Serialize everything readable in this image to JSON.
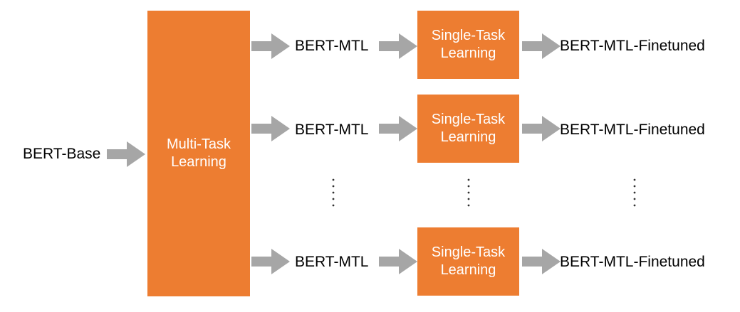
{
  "input_label": "BERT-Base",
  "mtl_box": {
    "label": "Multi-Task\nLearning"
  },
  "rows": [
    {
      "mid_label": "BERT-MTL",
      "stl_label": "Single-Task\nLearning",
      "out_label": "BERT-MTL-Finetuned"
    },
    {
      "mid_label": "BERT-MTL",
      "stl_label": "Single-Task\nLearning",
      "out_label": "BERT-MTL-Finetuned"
    },
    {
      "mid_label": "BERT-MTL",
      "stl_label": "Single-Task\nLearning",
      "out_label": "BERT-MTL-Finetuned"
    }
  ],
  "colors": {
    "box_fill": "#ED7D31",
    "arrow_fill": "#A6A6A6",
    "dots": "#333333"
  }
}
